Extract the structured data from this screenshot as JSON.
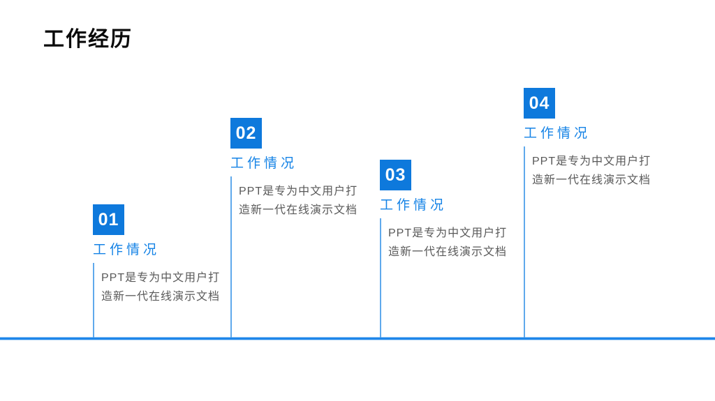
{
  "slide": {
    "title": "工作经历"
  },
  "colors": {
    "accent_blue": "#0e79dc",
    "heading_blue": "#1583e6",
    "connector_blue": "#5fa9ec",
    "baseline_blue": "#1e86ea",
    "body_gray": "#595959",
    "title_black": "#0a0a0a",
    "number_white": "#ffffff"
  },
  "timeline": {
    "items": [
      {
        "number": "01",
        "title": "工作情况",
        "body_lines": [
          "PPT是专为中文用户打",
          "造新一代在线演示文档"
        ]
      },
      {
        "number": "02",
        "title": "工作情况",
        "body_lines": [
          "PPT是专为中文用户打",
          "造新一代在线演示文档"
        ]
      },
      {
        "number": "03",
        "title": "工作情况",
        "body_lines": [
          "PPT是专为中文用户打",
          "造新一代在线演示文档"
        ]
      },
      {
        "number": "04",
        "title": "工作情况",
        "body_lines": [
          "PPT是专为中文用户打",
          "造新一代在线演示文档"
        ]
      }
    ]
  }
}
